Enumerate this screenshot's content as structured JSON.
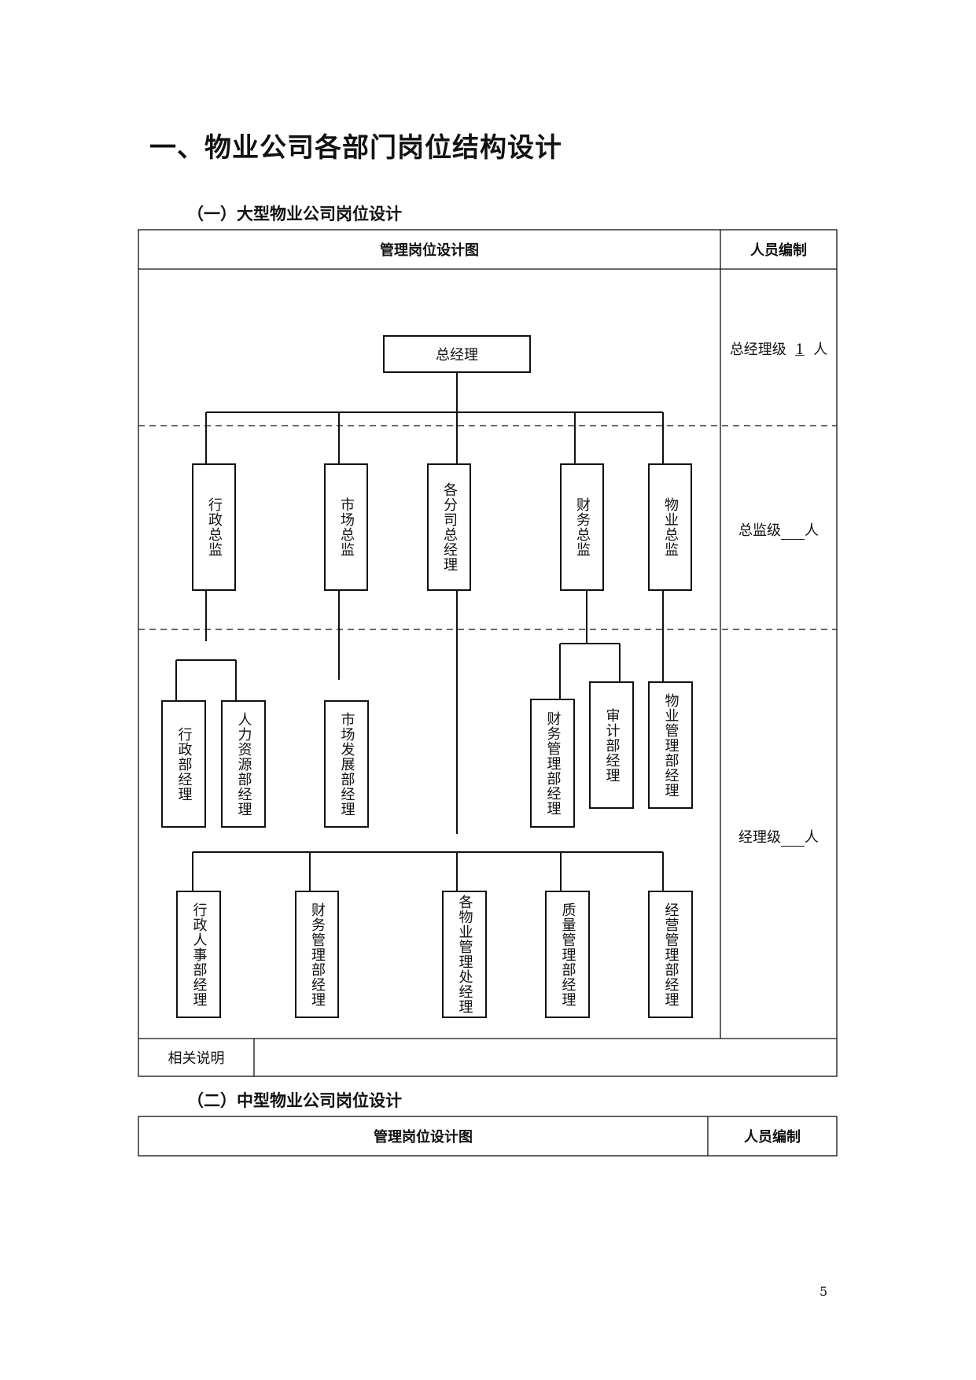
{
  "heading": "一、物业公司各部门岗位结构设计",
  "section1": {
    "title": "（一）大型物业公司岗位设计",
    "col_chart": "管理岗位设计图",
    "col_staff": "人员编制",
    "levels": {
      "gm_prefix": "总经理级",
      "gm_count": "1",
      "gm_suffix": "人",
      "director_prefix": "总监级",
      "director_suffix": "人",
      "manager_prefix": "经理级",
      "manager_suffix": "人"
    },
    "top": "总经理",
    "directors": [
      "行政总监",
      "市场总监",
      "各分司总经理",
      "财务总监",
      "物业总监"
    ],
    "managers": [
      "行政部经理",
      "人力资源部经理",
      "市场发展部经理",
      "财务管理部经理",
      "审计部经理",
      "物业管理部经理"
    ],
    "branch_managers": [
      "行政人事部经理",
      "财务管理部经理",
      "各物业管理处经理",
      "质量管理部经理",
      "经营管理部经理"
    ],
    "note_label": "相关说明"
  },
  "section2": {
    "title": "（二）中型物业公司岗位设计",
    "col_chart": "管理岗位设计图",
    "col_staff": "人员编制"
  },
  "page_number": "5"
}
